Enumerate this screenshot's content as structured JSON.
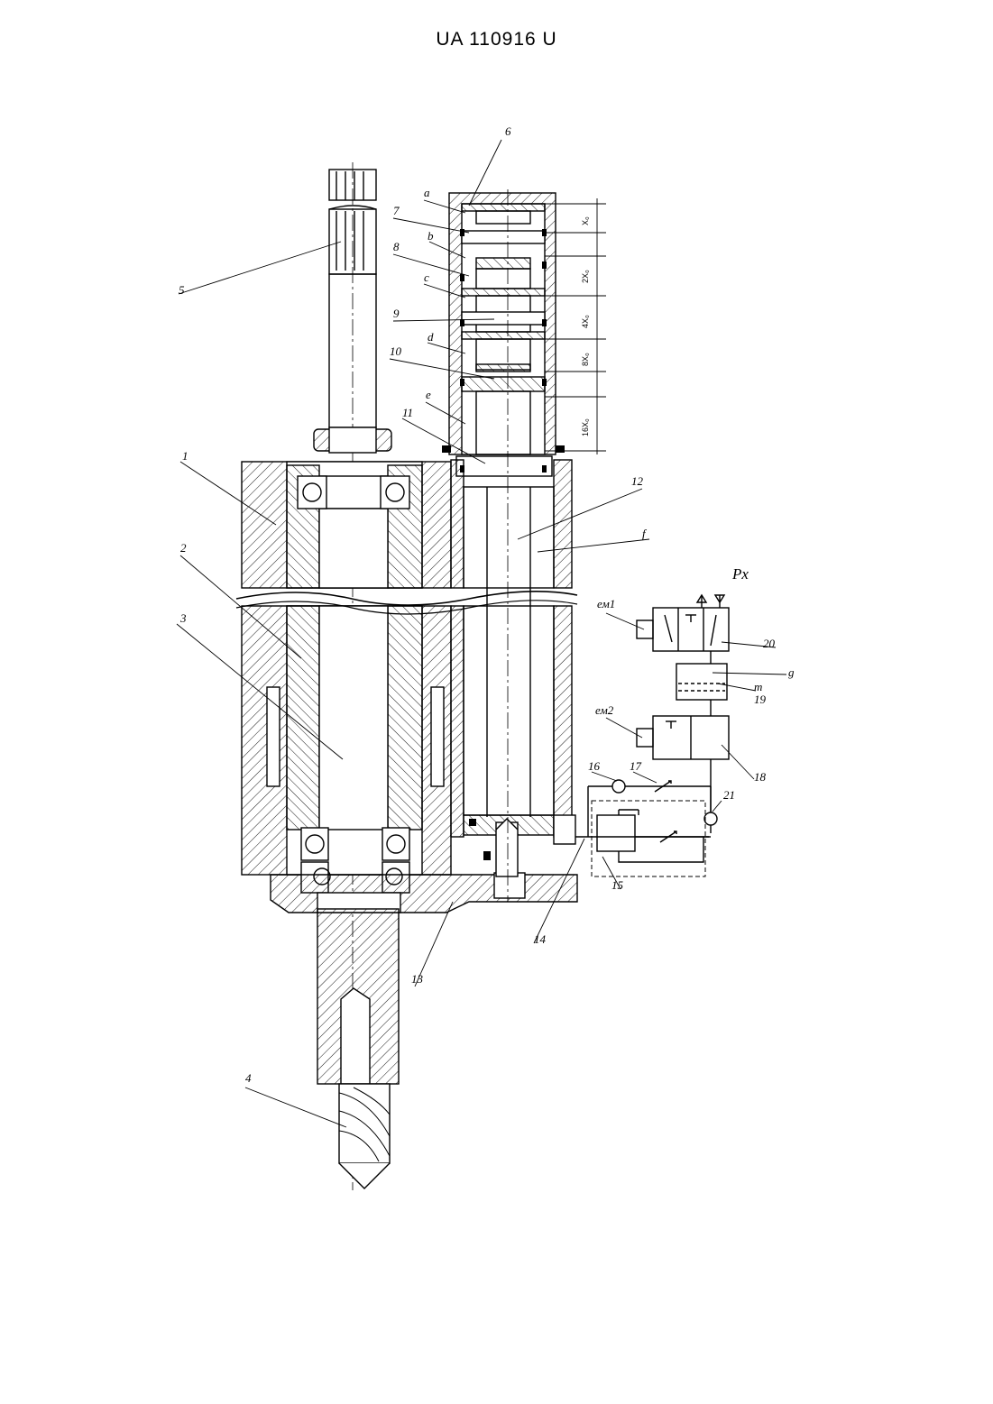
{
  "document": {
    "header": "UA   110916   U"
  },
  "labels": {
    "n1": "1",
    "n2": "2",
    "n3": "3",
    "n4": "4",
    "n5": "5",
    "n6": "6",
    "n7": "7",
    "n8": "8",
    "n9": "9",
    "n10": "10",
    "n11": "11",
    "n12": "12",
    "n13": "13",
    "n14": "14",
    "n15": "15",
    "n16": "16",
    "n17": "17",
    "n18": "18",
    "n19": "19",
    "n20": "20",
    "n21": "21",
    "a": "a",
    "b": "b",
    "c": "c",
    "d": "d",
    "e": "e",
    "f": "f",
    "g": "g",
    "m": "m",
    "em1": "ем1",
    "em2": "ем2",
    "px": "Px"
  },
  "dimensions": {
    "d1": "X₀",
    "d2": "2X₀",
    "d3": "4X₀",
    "d4": "8X₀",
    "d5": "16X₀"
  }
}
